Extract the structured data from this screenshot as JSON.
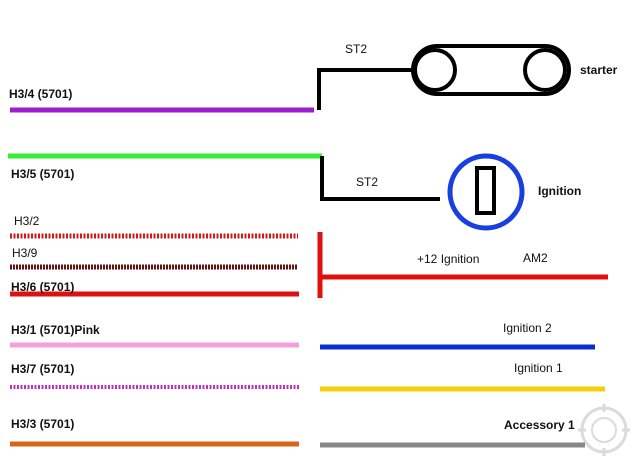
{
  "wire_labels": {
    "h3_4": "H3/4 (5701)",
    "h3_5": "H3/5 (5701)",
    "h3_2": "H3/2",
    "h3_9": "H3/9",
    "h3_6": "H3/6 (5701)",
    "h3_1": "H3/1 (5701)Pink",
    "h3_7": "H3/7 (5701)",
    "h3_3": "H3/3 (5701)"
  },
  "circuit_labels": {
    "st2_top": "ST2",
    "st2_mid": "ST2",
    "plus12_ignition": "+12 Ignition",
    "am2": "AM2",
    "ignition_2": "Ignition 2",
    "ignition_1": "Ignition 1",
    "accessory_1": "Accessory 1"
  },
  "components": {
    "starter": "starter",
    "ignition": "Ignition"
  },
  "colors": {
    "purple": "#9b1fd1",
    "green": "#33ee33",
    "black": "#000000",
    "red": "#e01010",
    "dark_red": "#6a1010",
    "pink": "#f3a0dc",
    "magenta_dotted": "#c030c0",
    "blue": "#0a2fd0",
    "yellow": "#f5d00a",
    "orange": "#d8641a",
    "gray": "#888888",
    "ignition_circle": "#1a3fe0"
  },
  "watermark_icon": "watermark-logo-icon"
}
